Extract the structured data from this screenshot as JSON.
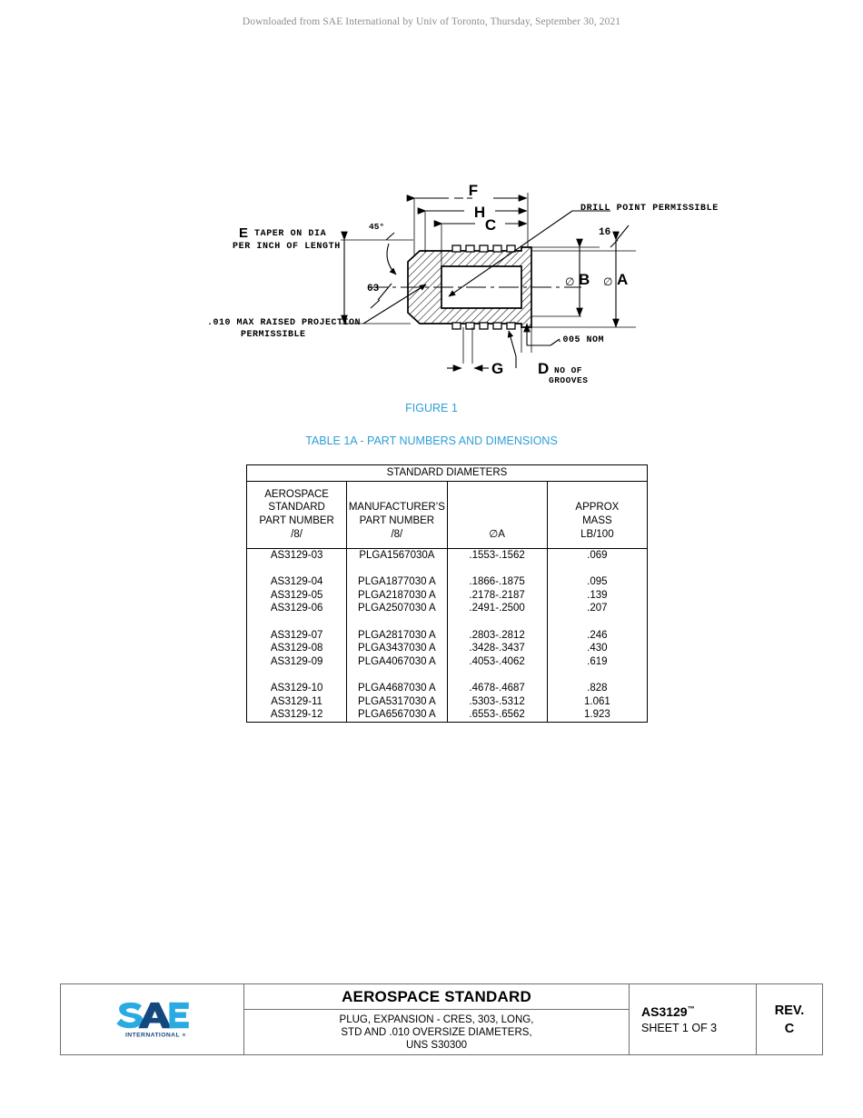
{
  "header": {
    "download_notice": "Downloaded from SAE International by Univ of Toronto, Thursday, September 30, 2021"
  },
  "figure": {
    "caption": "FIGURE 1",
    "labels": {
      "dim_f": "F",
      "dim_h": "H",
      "dim_c": "C",
      "dim_e": "E",
      "dim_e_note_line1": "TAPER ON DIA",
      "dim_e_note_line2": "PER INCH OF LENGTH",
      "angle_45": "45°",
      "surface_63": "63",
      "surface_16": "16",
      "drill_point": "DRILL POINT PERMISSIBLE",
      "raised_projection_line1": ".010 MAX RAISED PROJECTION",
      "raised_projection_line2": "PERMISSIBLE",
      "dia_b": "B",
      "dia_a": "A",
      "dia_symbol": "∅",
      "nom_005": ".005 NOM",
      "dim_g": "G",
      "dim_d": "D",
      "dim_d_note_line1": "NO OF",
      "dim_d_note_line2": "GROOVES"
    }
  },
  "table": {
    "caption": "TABLE 1A - PART NUMBERS AND DIMENSIONS",
    "banner": "STANDARD DIAMETERS",
    "headers": [
      [
        "AEROSPACE",
        "STANDARD",
        "PART NUMBER",
        "/8/"
      ],
      [
        "MANUFACTURER’S",
        "PART NUMBER",
        "/8/"
      ],
      [
        "∅A"
      ],
      [
        "APPROX",
        "MASS",
        "LB/100"
      ]
    ],
    "groups": [
      [
        [
          "AS3129-03",
          "PLGA1567030A",
          ".1553-.1562",
          ".069"
        ]
      ],
      [
        [
          "AS3129-04",
          "PLGA1877030 A",
          ".1866-.1875",
          ".095"
        ],
        [
          "AS3129-05",
          "PLGA2187030 A",
          ".2178-.2187",
          ".139"
        ],
        [
          "AS3129-06",
          "PLGA2507030 A",
          ".2491-.2500",
          ".207"
        ]
      ],
      [
        [
          "AS3129-07",
          "PLGA2817030 A",
          ".2803-.2812",
          ".246"
        ],
        [
          "AS3129-08",
          "PLGA3437030 A",
          ".3428-.3437",
          ".430"
        ],
        [
          "AS3129-09",
          "PLGA4067030 A",
          ".4053-.4062",
          ".619"
        ]
      ],
      [
        [
          "AS3129-10",
          "PLGA4687030 A",
          ".4678-.4687",
          ".828"
        ],
        [
          "AS3129-11",
          "PLGA5317030 A",
          ".5303-.5312",
          "1.061"
        ],
        [
          "AS3129-12",
          "PLGA6567030 A",
          ".6553-.6562",
          "1.923"
        ]
      ]
    ]
  },
  "footer": {
    "logo_text": "SAE",
    "logo_sub": "INTERNATIONAL",
    "logo_reg": "®",
    "standard_type": "AEROSPACE STANDARD",
    "title_line1": "PLUG, EXPANSION - CRES, 303, LONG,",
    "title_line2": "STD AND .010 OVERSIZE DIAMETERS,",
    "title_line3": "UNS S30300",
    "doc_number": "AS3129",
    "doc_tm": "™",
    "sheet": "SHEET 1 OF 3",
    "rev_label": "REV.",
    "rev_value": "C"
  },
  "colors": {
    "caption_blue": "#2f9fd8",
    "logo_light_blue": "#29ABE2",
    "logo_dark_blue": "#13487E",
    "rule_gray": "#6f6f6f",
    "notice_gray": "#8d8d8d"
  }
}
